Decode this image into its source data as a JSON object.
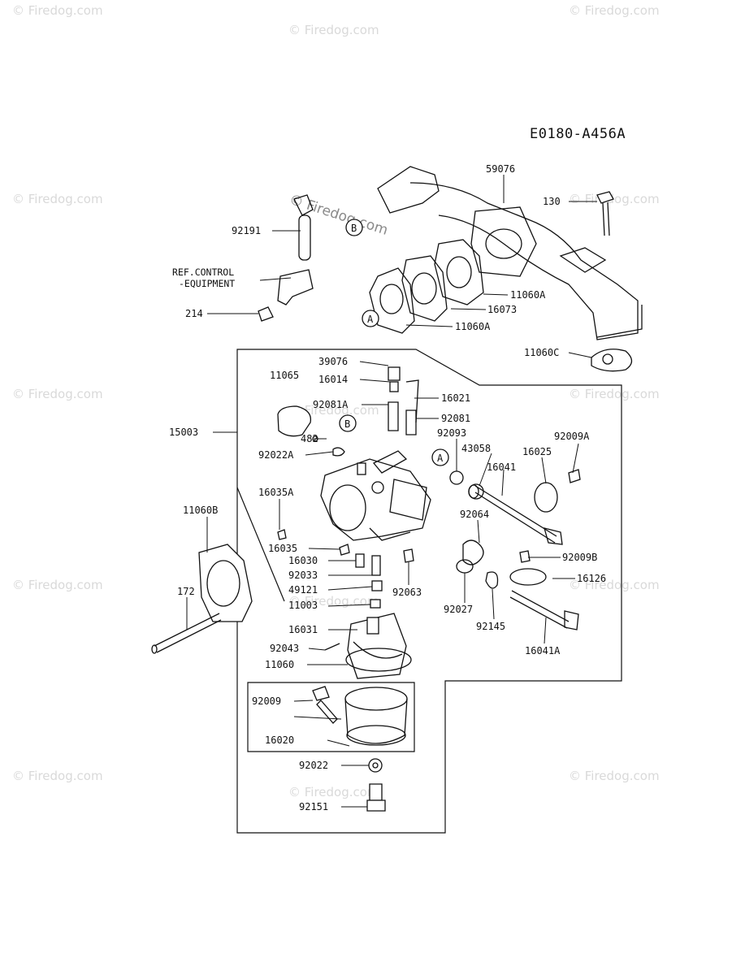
{
  "diagram_code": "E0180-A456A",
  "watermark": {
    "text": "© Firedog.com",
    "overlay_text": "© Firedog.com"
  },
  "callouts": {
    "a_left": "A",
    "a_right": "A",
    "b_top": "B",
    "b_mid": "B"
  },
  "reference_note": {
    "line1": "REF.CONTROL",
    "line2": "-EQUIPMENT"
  },
  "labels": {
    "p59076": "59076",
    "p130": "130",
    "p92191": "92191",
    "p214": "214",
    "p11060A_1": "11060A",
    "p16073": "16073",
    "p11060A_2": "11060A",
    "p11060C": "11060C",
    "p39076": "39076",
    "p16014": "16014",
    "p11065": "11065",
    "p16021": "16021",
    "p92081A": "92081A",
    "p92081": "92081",
    "p15003": "15003",
    "p482": "482",
    "p92093": "92093",
    "p92022A": "92022A",
    "p43058": "43058",
    "p16025": "16025",
    "p92009A": "92009A",
    "p16041": "16041",
    "p16035A": "16035A",
    "p11060B": "11060B",
    "p92064": "92064",
    "p16035": "16035",
    "p16030": "16030",
    "p92009B": "92009B",
    "p92033": "92033",
    "p16126": "16126",
    "p172": "172",
    "p49121": "49121",
    "p92063": "92063",
    "p11003": "11003",
    "p92027": "92027",
    "p92145": "92145",
    "p16031": "16031",
    "p16041A": "16041A",
    "p92043": "92043",
    "p11060": "11060",
    "p92009": "92009",
    "p16020": "16020",
    "p92022": "92022",
    "p92151": "92151"
  }
}
